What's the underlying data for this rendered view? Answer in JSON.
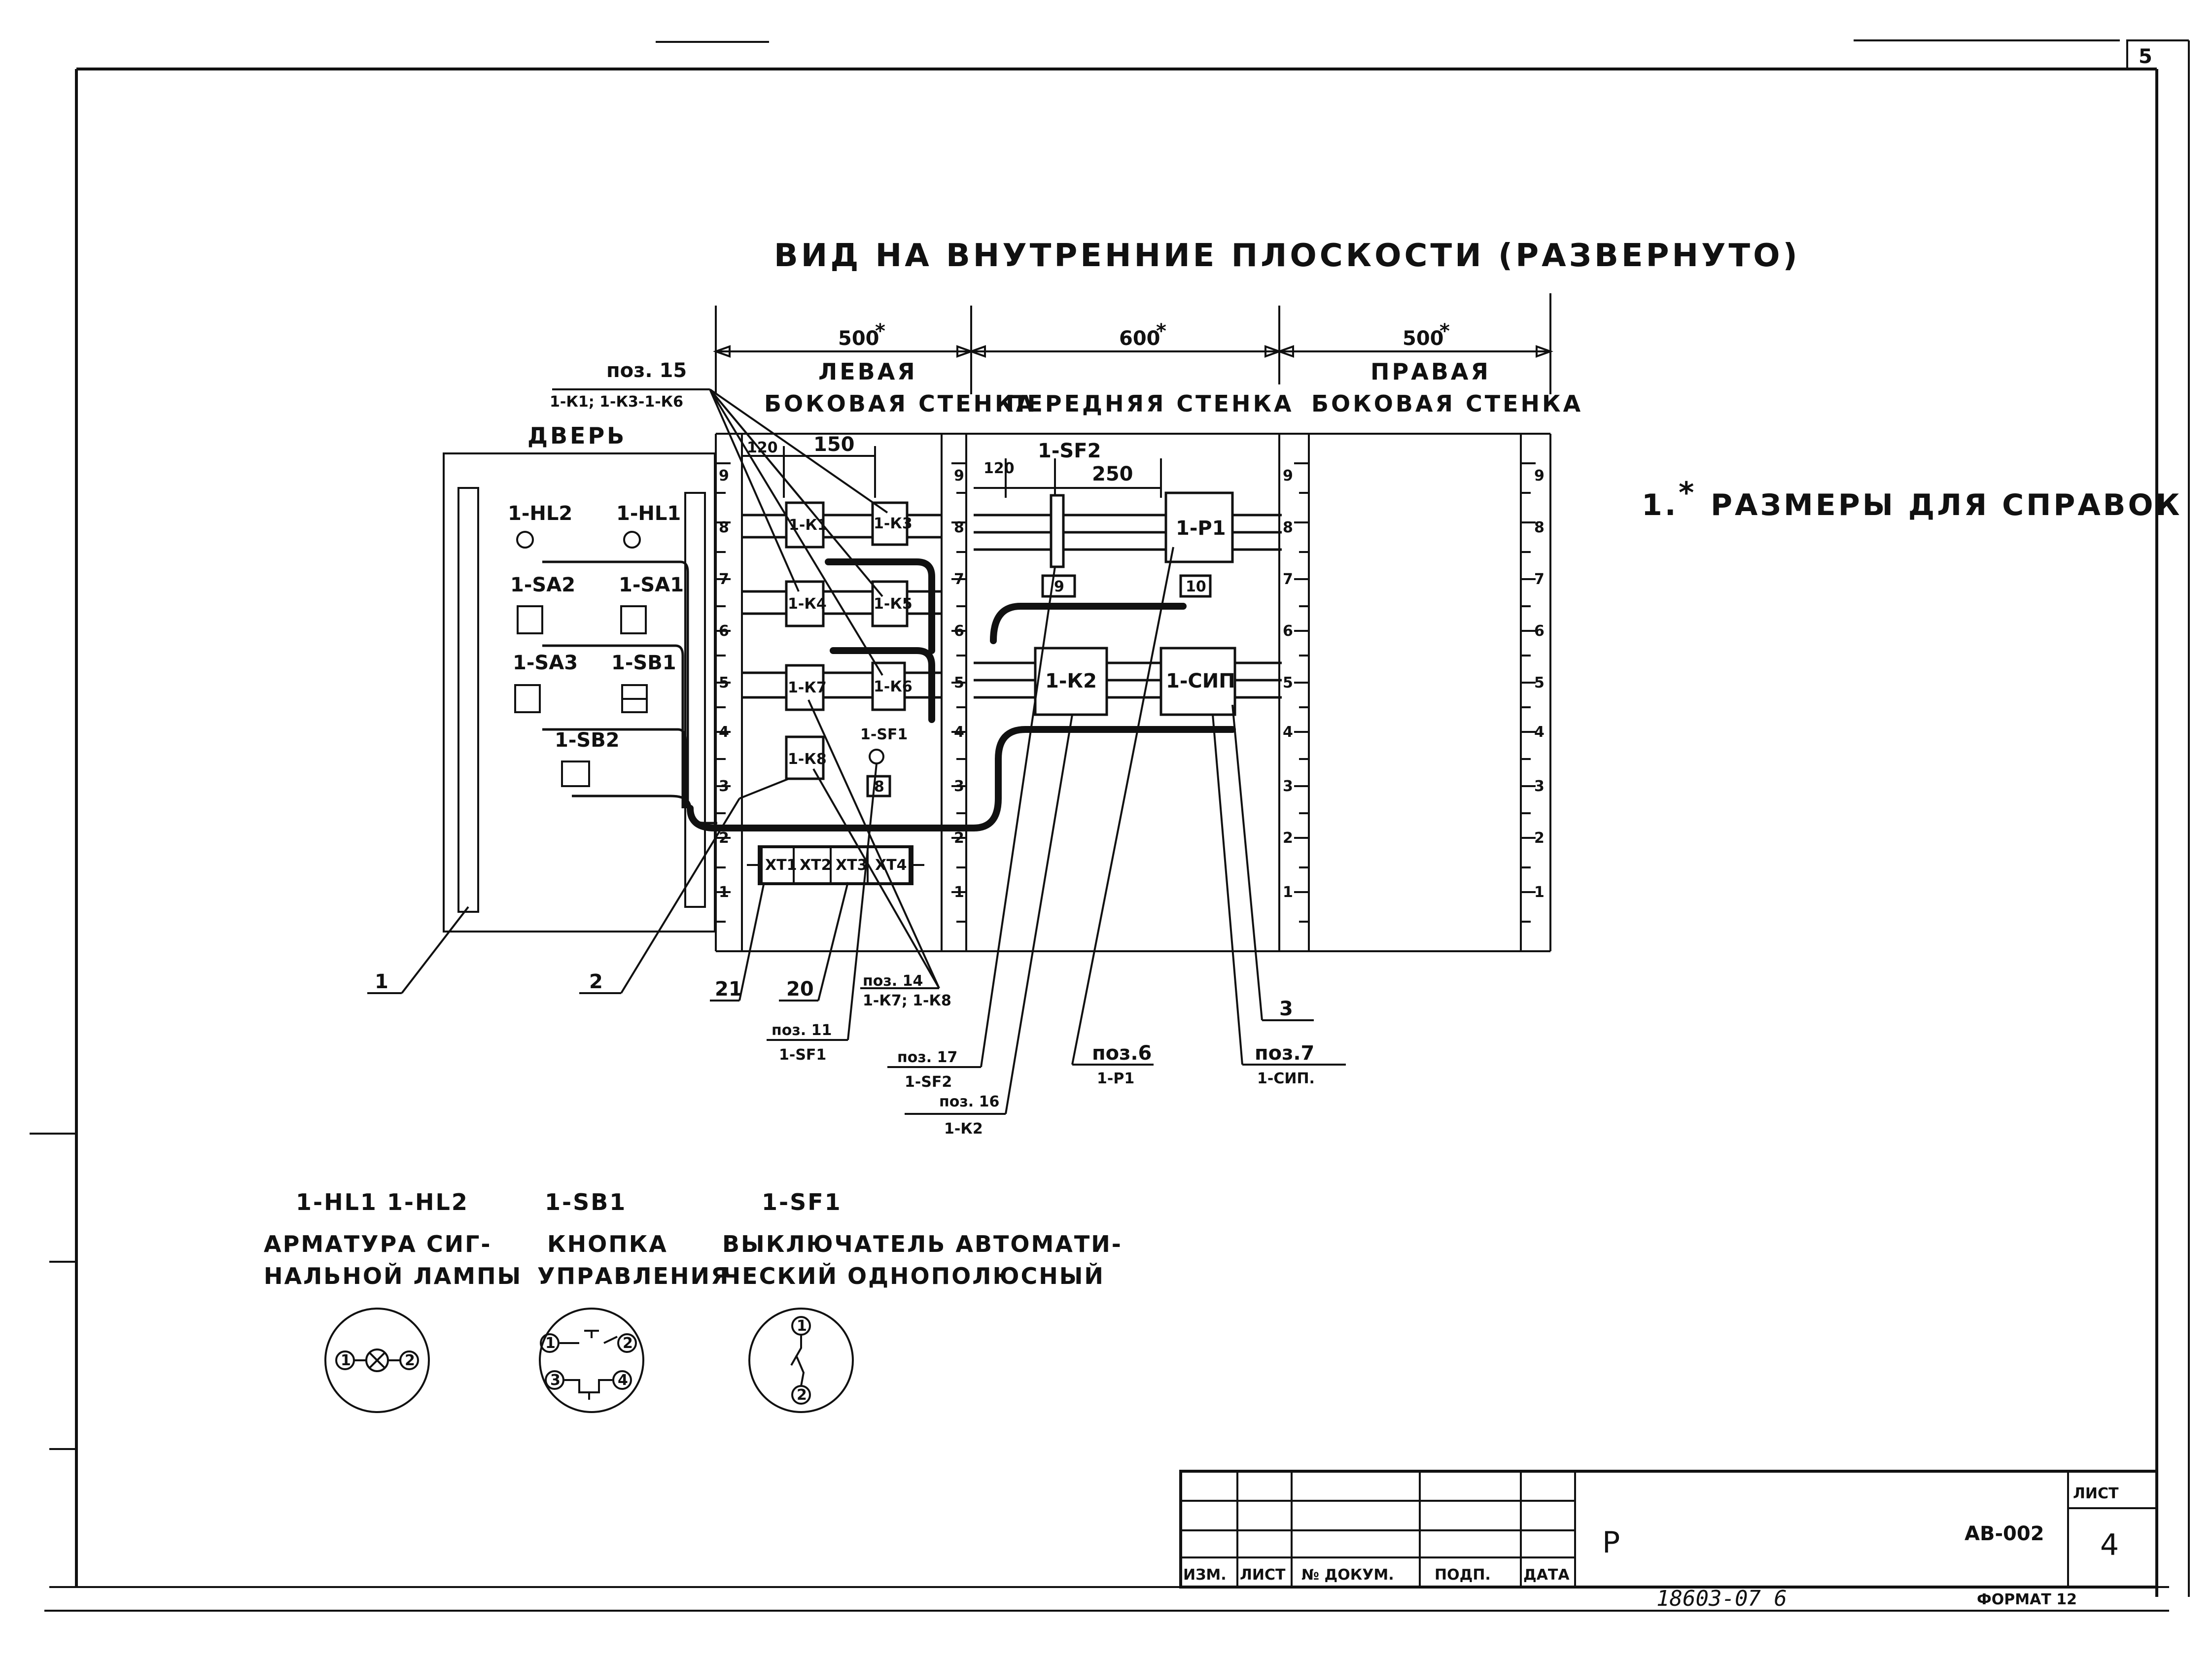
{
  "sheet_number_top": "5",
  "title": "ВИД НА ВНУТРЕННИЕ ПЛОСКОСТИ (РАЗВЕРНУТО)",
  "dimensions": {
    "left": "500",
    "front": "600",
    "right": "500",
    "star": "*",
    "d120a": "120",
    "d150": "150",
    "d120b": "120",
    "d250": "250"
  },
  "walls": {
    "left_1": "ЛЕВАЯ",
    "left_2": "БОКОВАЯ СТЕНКА",
    "front": "ПЕРЕДНЯЯ СТЕНКА",
    "right_1": "ПРАВАЯ",
    "right_2": "БОКОВАЯ СТЕНКА",
    "door": "ДВЕРЬ"
  },
  "callouts": {
    "poz15_top": "поз. 15",
    "poz15_bot": "1-К1; 1-К3-1-К6",
    "sf2_top": "1-SF2",
    "c1": "1",
    "c2": "2",
    "c3": "3",
    "c20": "20",
    "c21": "21",
    "poz14_top": "поз. 14",
    "poz14_bot": "1-К7; 1-К8",
    "poz11_top": "поз. 11",
    "poz11_bot": "1-SF1",
    "poz17_top": "поз. 17",
    "poz17_bot": "1-SF2",
    "poz16_top": "поз. 16",
    "poz16_bot": "1-К2",
    "poz6_top": "поз.6",
    "poz6_bot": "1-Р1",
    "poz7_top": "поз.7",
    "poz7_bot": "1-СИП."
  },
  "door_devices": {
    "hl2": "1-HL2",
    "hl1": "1-HL1",
    "sa2": "1-SA2",
    "sa1": "1-SA1",
    "sa3": "1-SA3",
    "sb1": "1-SB1",
    "sb2": "1-SB2"
  },
  "left_devices": {
    "k1": "1-К1",
    "k3": "1-К3",
    "k4": "1-К4",
    "k5": "1-К5",
    "k7": "1-К7",
    "k6": "1-К6",
    "k8": "1-К8",
    "sf1": "1-SF1",
    "tag8": "8",
    "xt1": "ХТ1",
    "xt2": "ХТ2",
    "xt3": "ХТ3",
    "xt4": "ХТ4"
  },
  "front_devices": {
    "p1": "1-Р1",
    "k2": "1-К2",
    "sip": "1-СИП",
    "tag9": "9",
    "tag10": "10"
  },
  "ruler_ticks": [
    "9",
    "8",
    "7",
    "6",
    "5",
    "4",
    "3",
    "2",
    "1"
  ],
  "note": {
    "num": "1.",
    "star": "*",
    "text": "РАЗМЕРЫ ДЛЯ СПРАВОК"
  },
  "legend": {
    "a_label": "1-HL1   1-HL2",
    "a_desc1": "АРМАТУРА СИГ-",
    "a_desc2": "НАЛЬНОЙ ЛАМПЫ",
    "b_label": "1-SB1",
    "b_desc1": "КНОПКА",
    "b_desc2": "УПРАВЛЕНИЯ",
    "c_label": "1-SF1",
    "c_desc1": "ВЫКЛЮЧАТЕЛЬ АВТОМАТИ-",
    "c_desc2": "ЧЕСКИЙ ОДНОПОЛЮСНЫЙ",
    "n1": "1",
    "n2": "2",
    "n3": "3",
    "n4": "4"
  },
  "title_block": {
    "izm": "ИЗМ.",
    "list": "ЛИСТ",
    "ndoc": "№ ДОКУМ.",
    "podp": "ПОДП.",
    "data": "ДАТА",
    "stage": "Р",
    "code": "АВ-002",
    "sheet_label": "ЛИСТ",
    "sheet_num": "4"
  },
  "bottom": {
    "inv": "18603-07  6",
    "format": "ФОРМАТ 12"
  }
}
